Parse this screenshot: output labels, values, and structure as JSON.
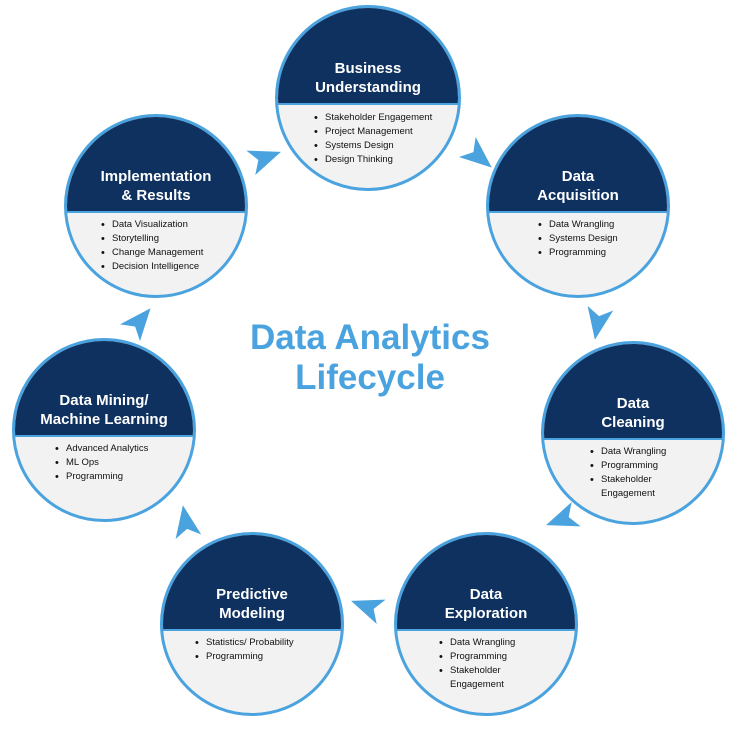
{
  "title": "Data Analytics\nLifecycle",
  "colors": {
    "header": "#0e3160",
    "ring": "#4aa3de",
    "body": "#f2f2f2",
    "arrow": "#4aa3de"
  },
  "stages": [
    {
      "title": "Business\nUnderstanding",
      "items": [
        "Stakeholder Engagement",
        "Project Management",
        "Systems Design",
        "Design Thinking"
      ]
    },
    {
      "title": "Data\nAcquisition",
      "items": [
        "Data Wrangling",
        "Systems Design",
        "Programming"
      ]
    },
    {
      "title": "Data\nCleaning",
      "items": [
        "Data Wrangling",
        "Programming",
        "Stakeholder\nEngagement"
      ]
    },
    {
      "title": "Data\nExploration",
      "items": [
        "Data Wrangling",
        "Programming",
        "Stakeholder\nEngagement"
      ]
    },
    {
      "title": "Predictive\nModeling",
      "items": [
        "Statistics/ Probability",
        "Programming"
      ]
    },
    {
      "title": "Data Mining/\nMachine Learning",
      "items": [
        "Advanced Analytics",
        "ML Ops",
        "Programming"
      ]
    },
    {
      "title": "Implementation\n& Results",
      "items": [
        "Data Visualization",
        "Storytelling",
        "Change Management",
        "Decision Intelligence"
      ]
    }
  ]
}
